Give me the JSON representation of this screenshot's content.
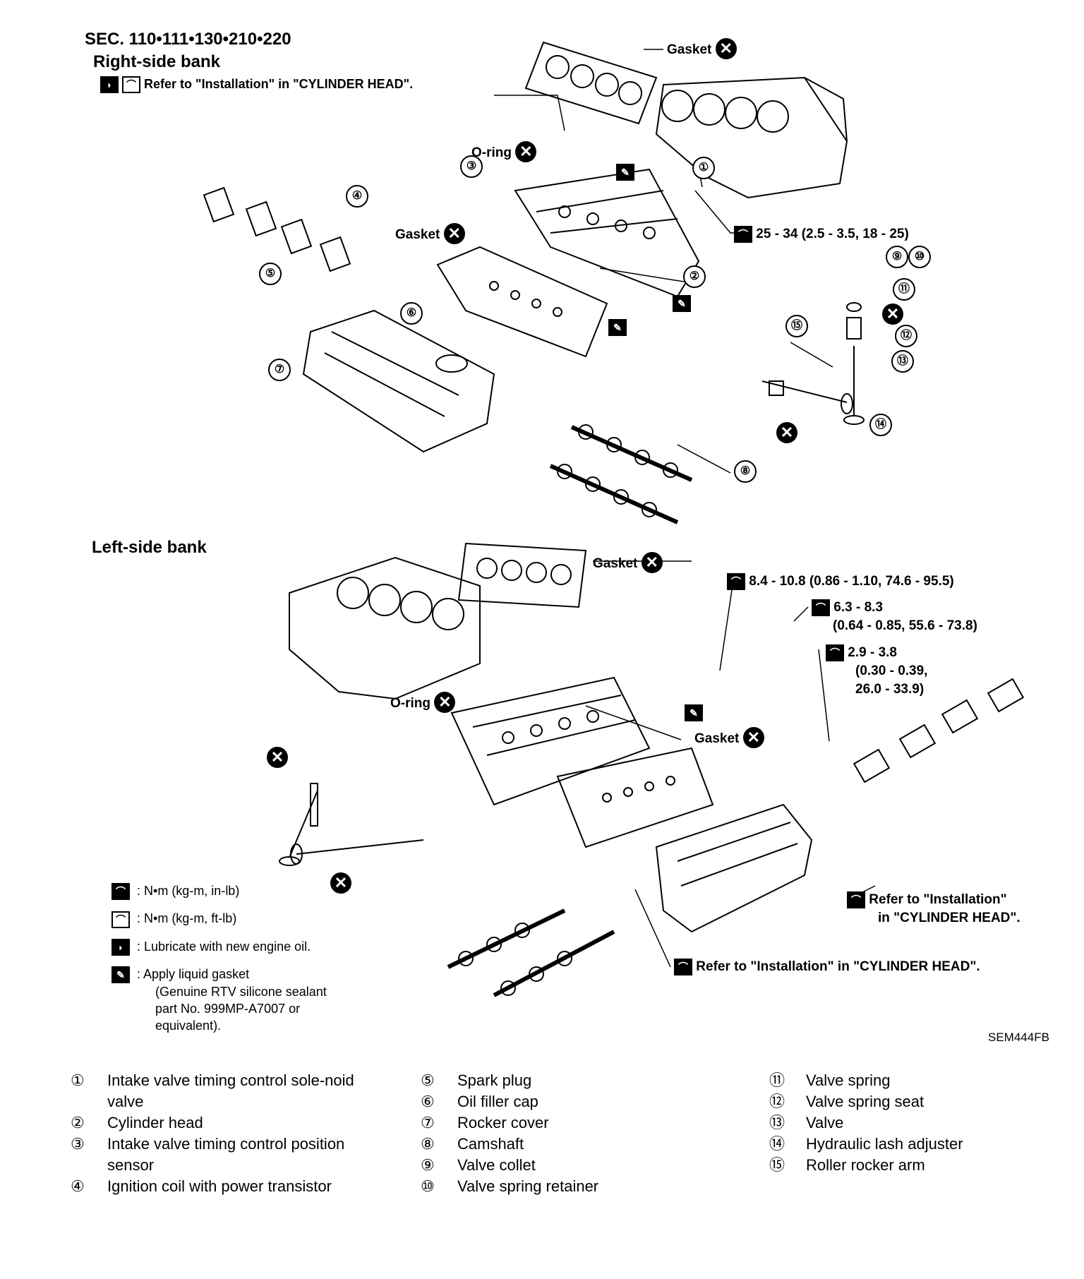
{
  "header": {
    "sec": "SEC. 110•111•130•210•220",
    "right_bank": "Right-side bank",
    "left_bank": "Left-side bank",
    "refer_install_top": "Refer to \"Installation\" in \"CYLINDER HEAD\"."
  },
  "callouts": {
    "gasket": "Gasket",
    "oring": "O-ring",
    "torque_right": "25 - 34 (2.5 - 3.5, 18 - 25)",
    "torque_a": "8.4 - 10.8 (0.86 - 1.10, 74.6 - 95.5)",
    "torque_b1": "6.3 - 8.3",
    "torque_b2": "(0.64 - 0.85, 55.6 - 73.8)",
    "torque_c1": "2.9 - 3.8",
    "torque_c2": "(0.30 - 0.39,",
    "torque_c3": "26.0 - 33.9)",
    "refer_rocker_1": "Refer to \"Installation\"",
    "refer_rocker_2": "in \"CYLINDER HEAD\".",
    "refer_bottom": "Refer to \"Installation\" in \"CYLINDER HEAD\"."
  },
  "numbers": [
    "①",
    "②",
    "③",
    "④",
    "⑤",
    "⑥",
    "⑦",
    "⑧",
    "⑨",
    "⑩",
    "⑪",
    "⑫",
    "⑬",
    "⑭",
    "⑮"
  ],
  "legend": {
    "nm_inlb": ": N•m (kg-m, in-lb)",
    "nm_ftlb": ": N•m (kg-m, ft-lb)",
    "lube": ": Lubricate with new engine oil.",
    "gasket1": ": Apply liquid gasket",
    "gasket2": "(Genuine RTV silicone sealant",
    "gasket3": "part No. 999MP-A7007 or",
    "gasket4": "equivalent)."
  },
  "figure_code": "SEM444FB",
  "parts": [
    {
      "num": "①",
      "name": "Intake valve timing control sole-noid valve"
    },
    {
      "num": "②",
      "name": "Cylinder head"
    },
    {
      "num": "③",
      "name": "Intake valve timing control position sensor"
    },
    {
      "num": "④",
      "name": "Ignition coil with power transistor"
    },
    {
      "num": "⑤",
      "name": "Spark plug"
    },
    {
      "num": "⑥",
      "name": "Oil filler cap"
    },
    {
      "num": "⑦",
      "name": "Rocker cover"
    },
    {
      "num": "⑧",
      "name": "Camshaft"
    },
    {
      "num": "⑨",
      "name": "Valve collet"
    },
    {
      "num": "⑩",
      "name": "Valve spring retainer"
    },
    {
      "num": "⑪",
      "name": "Valve spring"
    },
    {
      "num": "⑫",
      "name": "Valve spring seat"
    },
    {
      "num": "⑬",
      "name": "Valve"
    },
    {
      "num": "⑭",
      "name": "Hydraulic lash adjuster"
    },
    {
      "num": "⑮",
      "name": "Roller rocker arm"
    }
  ]
}
